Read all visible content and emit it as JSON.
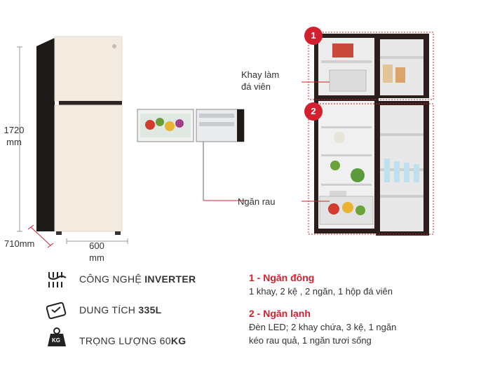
{
  "dimensions": {
    "height": "1720\nmm",
    "depth": "710mm",
    "width": "600\nmm"
  },
  "callouts": {
    "ice_tray": "Khay làm\nđá viên",
    "veg_drawer": "Ngăn rau",
    "badge_1": "1",
    "badge_2": "2"
  },
  "specs": [
    {
      "icon": "inverter-icon",
      "text": "CÔNG NGHỆ ",
      "bold": "INVERTER"
    },
    {
      "icon": "capacity-icon",
      "text": "DUNG TÍCH ",
      "bold": "335L"
    },
    {
      "icon": "weight-icon",
      "text": "TRỌNG LƯỢNG 60",
      "bold": "KG",
      "icon_label": "KG"
    }
  ],
  "sections": [
    {
      "title": "1 - Ngăn đông",
      "desc": "1 khay, 2 kệ , 2 ngăn, 1 hộp đá viên"
    },
    {
      "title": "2 - Ngăn lạnh",
      "desc": "Đèn LED; 2 khay chứa, 3 kệ, 1 ngăn\nkéo rau quả, 1 ngăn tươi sống"
    }
  ],
  "colors": {
    "accent": "#d2202e",
    "fridge_body": "#f4ece0",
    "fridge_side": "#1e1a18"
  }
}
